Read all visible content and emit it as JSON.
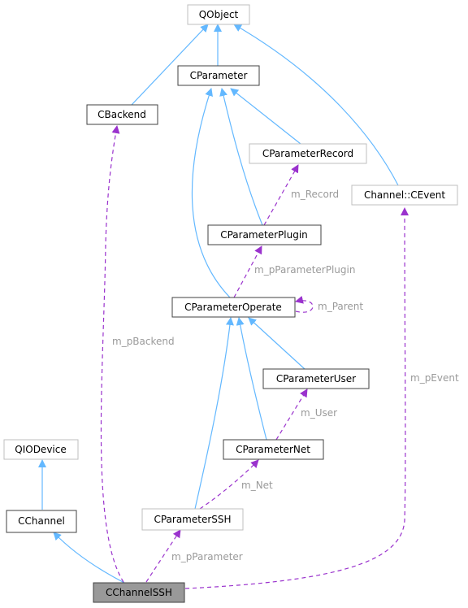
{
  "colors": {
    "inherit_edge": "#63b8ff",
    "usage_edge": "#9a32cd",
    "node_border_documented": "#404040",
    "node_border_external": "#bfbfbf",
    "focus_node_fill": "#999999",
    "label_text": "#9a9a9a"
  },
  "nodes": {
    "qobject": "QObject",
    "cparameter": "CParameter",
    "cbackend": "CBackend",
    "cparameterrecord": "CParameterRecord",
    "channel_cevent": "Channel::CEvent",
    "cparameterplugin": "CParameterPlugin",
    "cparameteroperate": "CParameterOperate",
    "cparameteruser": "CParameterUser",
    "qiodevice": "QIODevice",
    "cparameternet": "CParameterNet",
    "cchannel": "CChannel",
    "cparameterssh": "CParameterSSH",
    "cchannelssh": "CChannelSSH"
  },
  "edge_labels": {
    "m_record": "m_Record",
    "m_pparameterplugin": "m_pParameterPlugin",
    "m_parent": "m_Parent",
    "m_pbackend": "m_pBackend",
    "m_pevent": "m_pEvent",
    "m_user": "m_User",
    "m_net": "m_Net",
    "m_pparameter": "m_pParameter"
  }
}
